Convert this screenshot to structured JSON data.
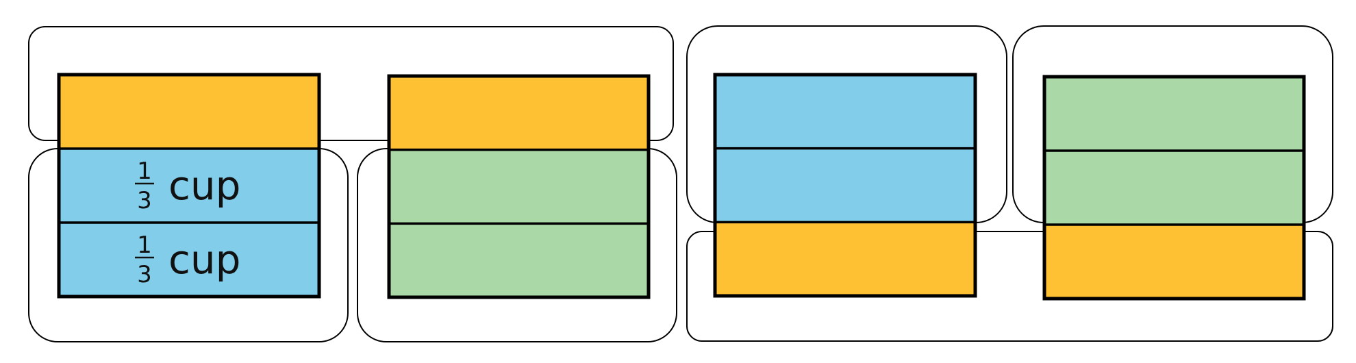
{
  "colors": {
    "orange": "#FFC134",
    "blue": "#82CDEA",
    "green": "#AAD8A6",
    "outline": "#000000"
  },
  "bars": [
    {
      "name": "bar-1",
      "segments": [
        {
          "color": "orange"
        },
        {
          "color": "blue",
          "label": {
            "numerator": "1",
            "denominator": "3",
            "unit": "cup"
          }
        },
        {
          "color": "blue",
          "label": {
            "numerator": "1",
            "denominator": "3",
            "unit": "cup"
          }
        }
      ]
    },
    {
      "name": "bar-2",
      "segments": [
        {
          "color": "orange"
        },
        {
          "color": "green"
        },
        {
          "color": "green"
        }
      ]
    },
    {
      "name": "bar-3",
      "segments": [
        {
          "color": "blue"
        },
        {
          "color": "blue"
        },
        {
          "color": "orange"
        }
      ]
    },
    {
      "name": "bar-4",
      "segments": [
        {
          "color": "green"
        },
        {
          "color": "green"
        },
        {
          "color": "orange"
        }
      ]
    }
  ]
}
